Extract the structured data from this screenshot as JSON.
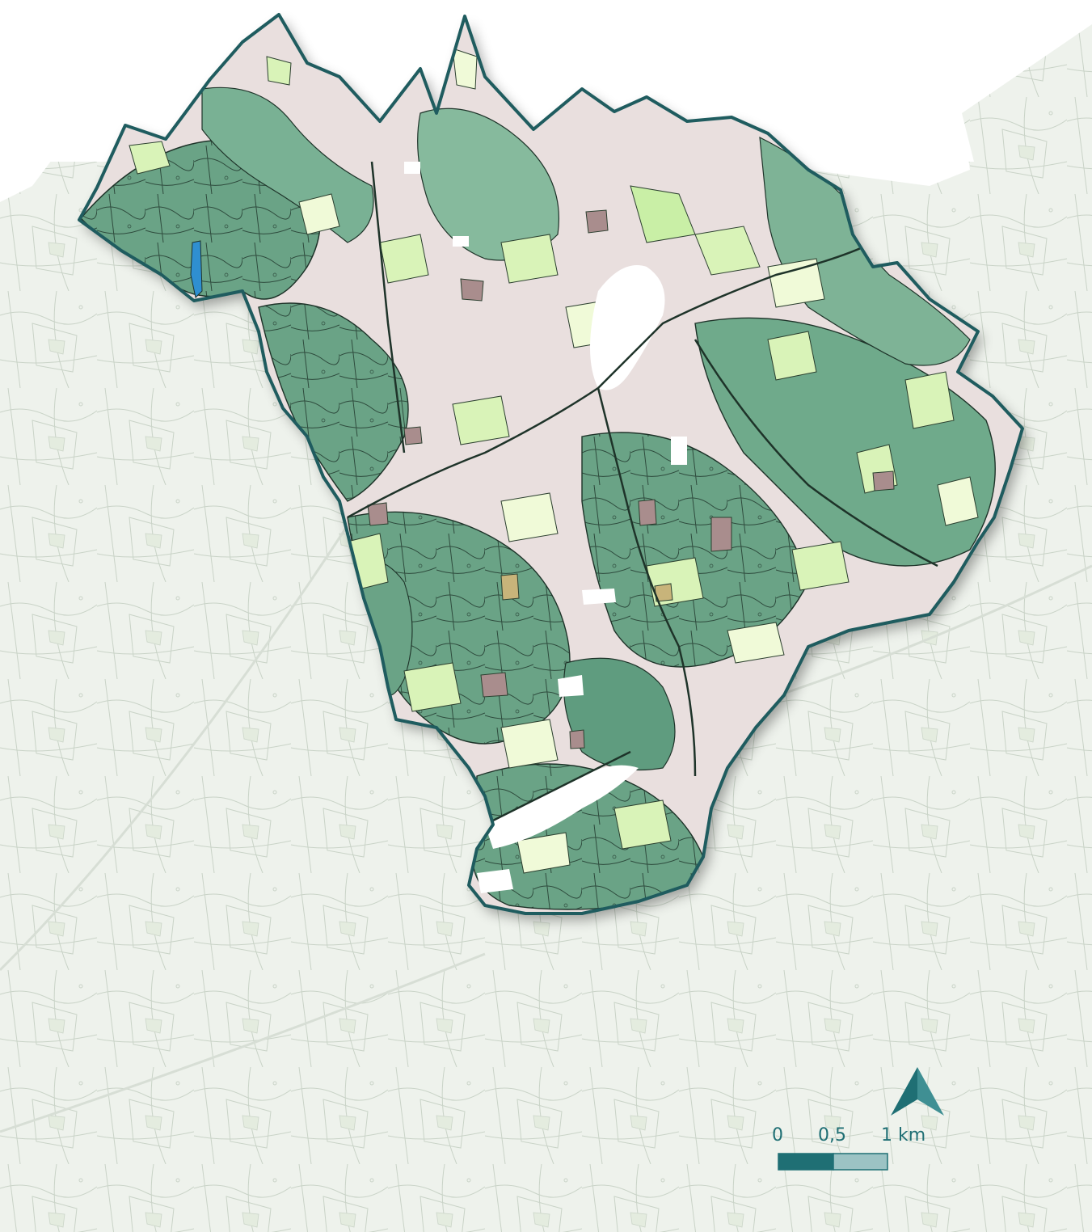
{
  "map": {
    "colors": {
      "background_fill": "#eef2ec",
      "background_line": "#c9d3c7",
      "outer_white": "#ffffff",
      "district_outline": "#1f5c5f",
      "district_base": "#e9dfde",
      "forest_dark": "#5f9c7f",
      "forest_mid": "#7eb396",
      "meadow_light": "#d9f3b8",
      "meadow_pale": "#f0fad8",
      "bare_brown": "#a98d8d",
      "urban_white": "#ffffff",
      "water": "#2f8fd0",
      "accent_teal": "#1f6f74"
    },
    "icons": {
      "north_arrow": "north-arrow-icon",
      "scale_bar": "scale-bar"
    }
  },
  "scale_bar": {
    "labels": [
      "0",
      "0,5",
      "1 km"
    ],
    "segment_colors": [
      "#1f6f74",
      "#9cc3c4"
    ]
  }
}
